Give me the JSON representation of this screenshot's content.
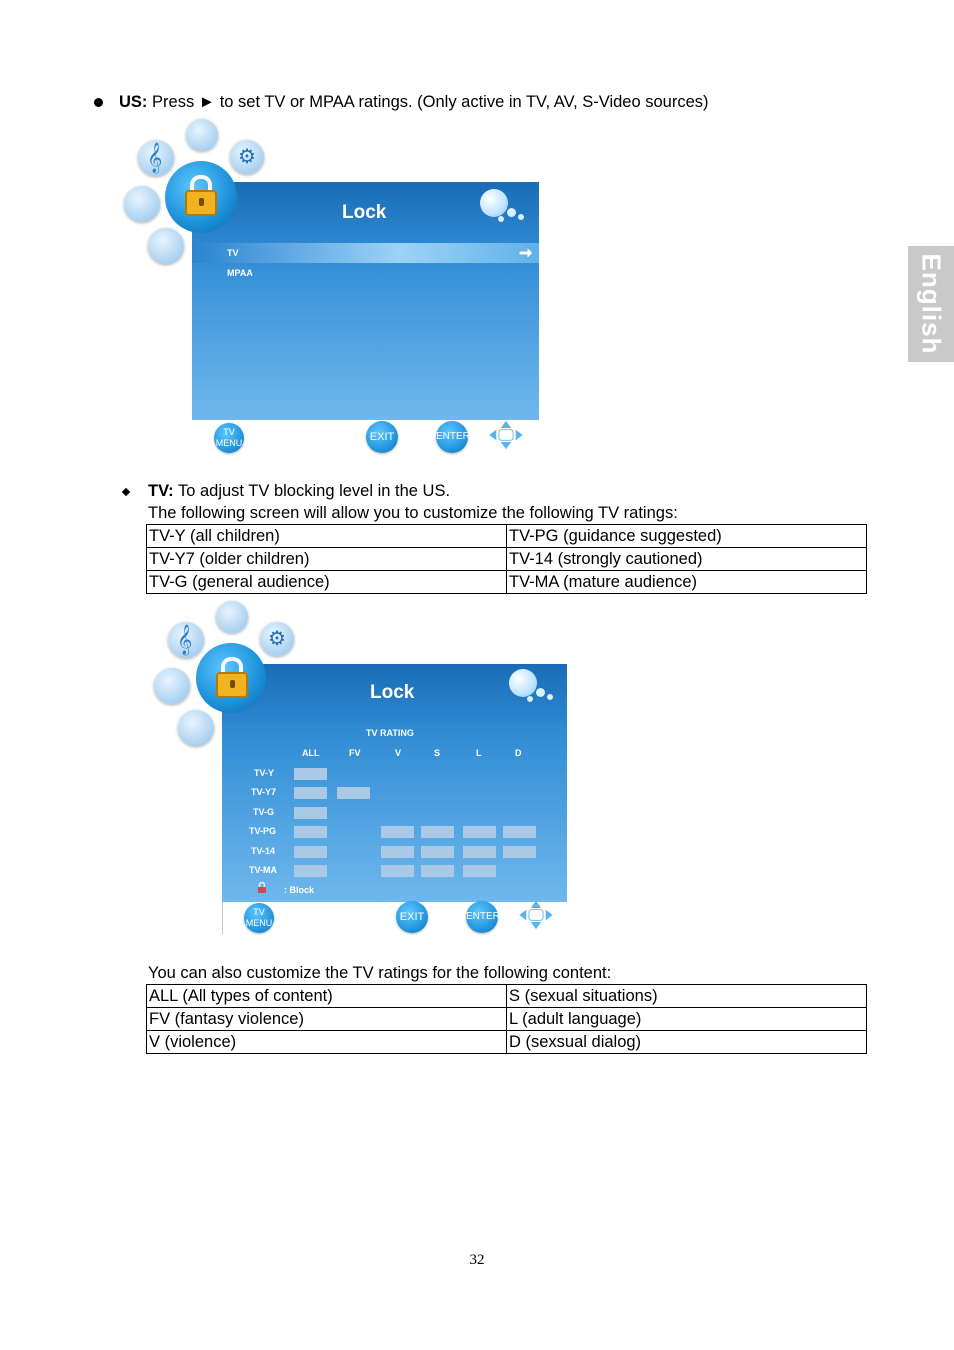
{
  "side_tab": {
    "label": "English"
  },
  "us_bullet": {
    "bold": "US:",
    "text": "Press ► to set TV or MPAA ratings. (Only active in TV, AV, S-Video sources)"
  },
  "screen1": {
    "title": "Lock",
    "menu_items": [
      "TV",
      "MPAA"
    ],
    "buttons": {
      "menu": "TV\nMENU",
      "exit": "EXIT",
      "enter": "ENTER"
    }
  },
  "tv_bullet": {
    "bold": "TV:",
    "text": "To adjust TV blocking level in the US.",
    "line2": "The following screen will allow you to customize the following TV ratings:"
  },
  "ratings_table": [
    [
      "TV-Y (all children)",
      "TV-PG (guidance suggested)"
    ],
    [
      "TV-Y7 (older children)",
      "TV-14 (strongly cautioned)"
    ],
    [
      "TV-G (general audience)",
      "TV-MA (mature audience)"
    ]
  ],
  "screen2": {
    "title": "Lock",
    "subtitle": "TV RATING",
    "columns": [
      "ALL",
      "FV",
      "V",
      "S",
      "L",
      "D"
    ],
    "rows": [
      "TV-Y",
      "TV-Y7",
      "TV-G",
      "TV-PG",
      "TV-14",
      "TV-MA"
    ],
    "legend": ": Block",
    "buttons": {
      "menu": "TV\nMENU",
      "exit": "EXIT",
      "enter": "ENTER"
    }
  },
  "content_intro": "You can also customize the TV ratings for the following content:",
  "content_table": [
    [
      "ALL (All types of content)",
      "S (sexual situations)"
    ],
    [
      "FV (fantasy violence)",
      "L (adult language)"
    ],
    [
      "V (violence)",
      "D (sexsual dialog)"
    ]
  ],
  "page_number": "32"
}
